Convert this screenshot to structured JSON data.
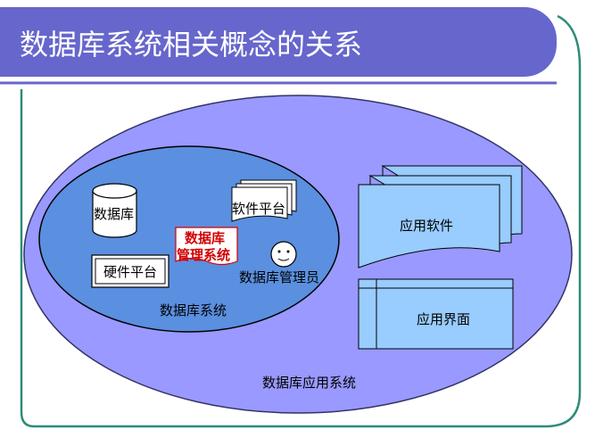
{
  "slide": {
    "title": "数据库系统相关概念的关系"
  },
  "diagram": {
    "outer_label": "数据库应用系统",
    "inner_label": "数据库系统",
    "database": "数据库",
    "software_platform": "软件平台",
    "hardware_platform": "硬件平台",
    "dbms_line1": "数据库",
    "dbms_line2": "管理系统",
    "dba": "数据库管理员",
    "app_software": "应用软件",
    "app_interface": "应用界面"
  },
  "colors": {
    "title_bar": "#6666cc",
    "frame": "#2e8b7a",
    "outer_ellipse": "#9999ff",
    "inner_ellipse": "#5b8fe0",
    "shape_fill": "#99ccff",
    "dbms_text": "#d40000"
  }
}
